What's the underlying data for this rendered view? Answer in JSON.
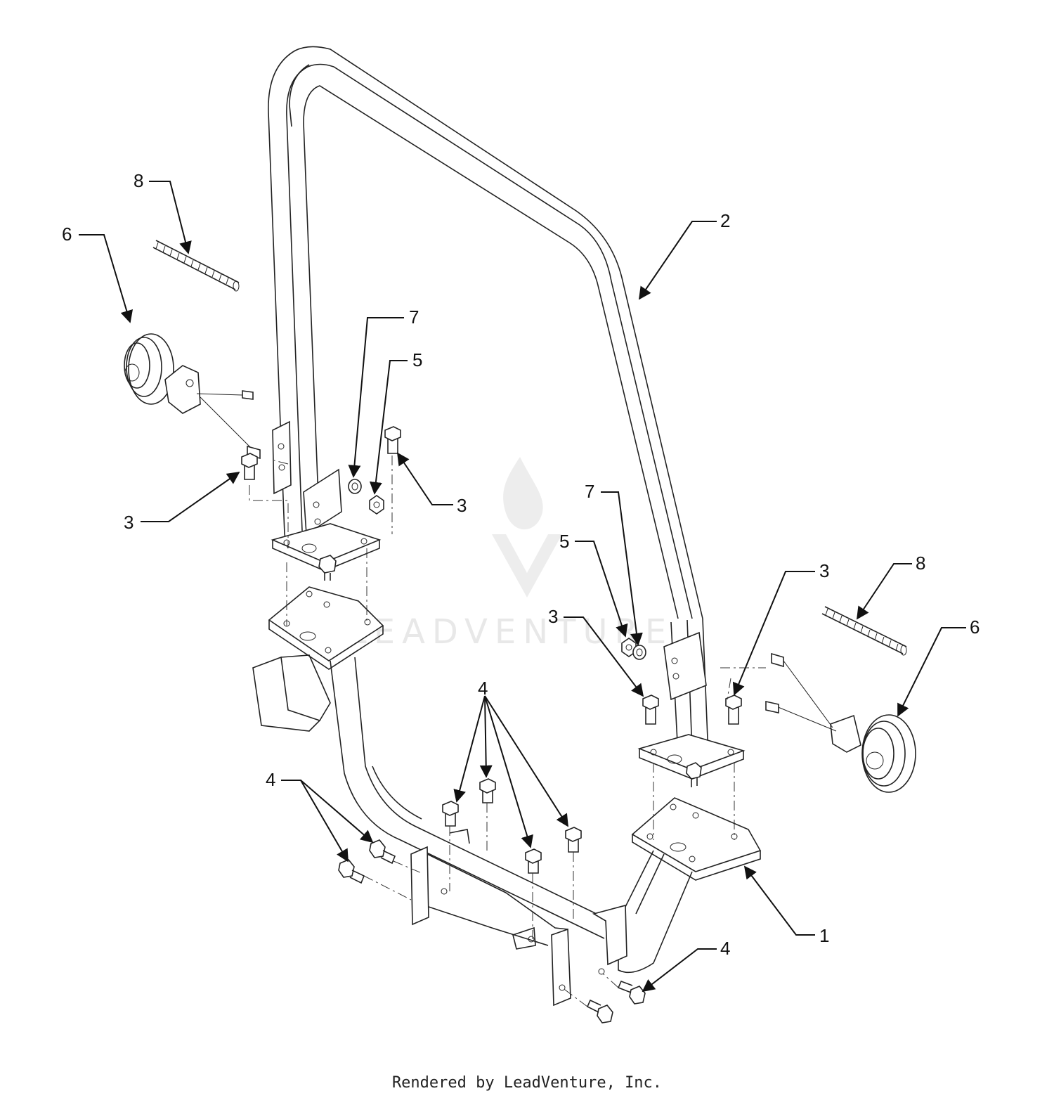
{
  "watermark": "LEADVENTURE",
  "footer": "Rendered by LeadVenture, Inc.",
  "callouts": {
    "c1": "1",
    "c2": "2",
    "c3a": "3",
    "c3b": "3",
    "c3c": "3",
    "c3d": "3",
    "c4a": "4",
    "c4b": "4",
    "c4c": "4",
    "c5a": "5",
    "c5b": "5",
    "c6a": "6",
    "c6b": "6",
    "c7a": "7",
    "c7b": "7",
    "c8a": "8",
    "c8b": "8"
  }
}
